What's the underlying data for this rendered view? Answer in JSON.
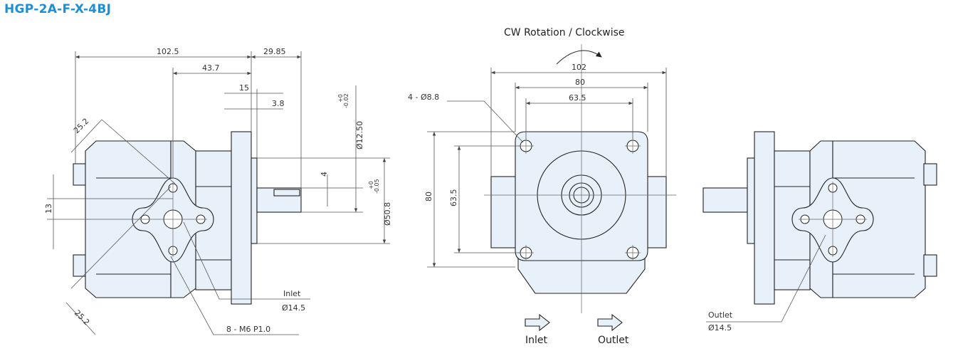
{
  "title": "HGP-2A-F-X-4BJ",
  "rotation_label": "CW Rotation / Clockwise",
  "side_view": {
    "dim_overall": "102.5",
    "dim_shaft_length": "29.85",
    "dim_flange_to_port": "43.7",
    "dim_step": "15",
    "dim_key_offset": "3.8",
    "dim_shaft_dia": "Ø12.50",
    "dim_shaft_dia_tol_upper": "+0",
    "dim_shaft_dia_tol_lower": "-0.02",
    "dim_pilot_dia": "Ø50.8",
    "dim_pilot_dia_tol_upper": "+0",
    "dim_pilot_dia_tol_lower": "-0.05",
    "dim_key_width": "4",
    "dim_port_offset": "13",
    "dim_diag_upper": "25.2",
    "dim_diag_lower": "25.2",
    "inlet_label": "Inlet",
    "inlet_size": "Ø14.5",
    "thread_label": "8 - M6  P1.0"
  },
  "front_view": {
    "dim_width_overall": "102",
    "dim_width_80": "80",
    "dim_width_635": "63.5",
    "dim_height_80": "80",
    "dim_height_635": "63.5",
    "holes_label": "4 - Ø8.8",
    "inlet_label": "Inlet",
    "outlet_label": "Outlet"
  },
  "rear_view": {
    "outlet_label": "Outlet",
    "outlet_size": "Ø14.5"
  }
}
